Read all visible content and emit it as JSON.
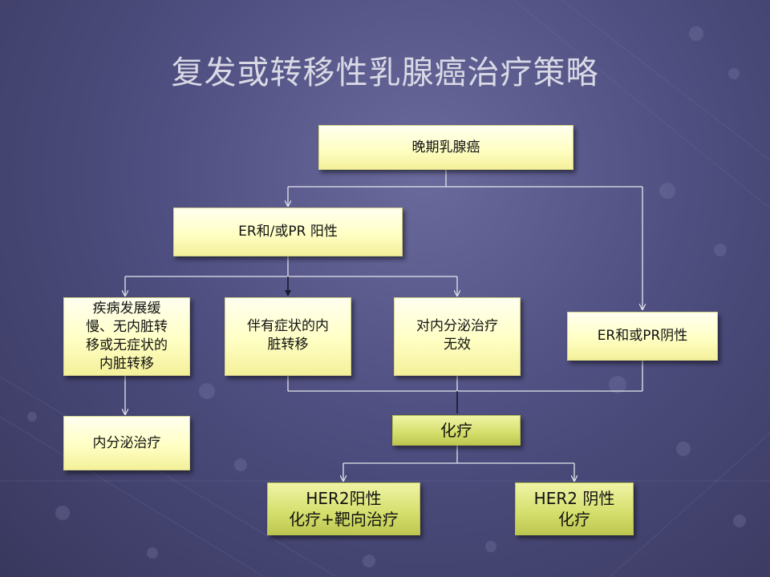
{
  "title": "复发或转移性乳腺癌治疗策略",
  "nodes": {
    "advanced": "晚期乳腺癌",
    "er_pr_positive": "ER和/或PR 阳性",
    "slow_progress": "疾病发展缓\n慢、无内脏转\n移或无症状的\n内脏转移",
    "symptomatic_visceral": "伴有症状的内\n脏转移",
    "endocrine_ineffective": "对内分泌治疗\n无效",
    "er_pr_negative": "ER和或PR阴性",
    "endocrine_therapy": "内分泌治疗",
    "chemotherapy": "化疗",
    "her2_positive": "HER2阳性\n化疗+靶向治疗",
    "her2_negative": "HER2 阴性\n化疗"
  },
  "colors": {
    "box_fill": "#ffffc4",
    "box_green_fill": "#d4de6a",
    "connector": "#e6e6ee",
    "title": "#d9d9e6"
  }
}
